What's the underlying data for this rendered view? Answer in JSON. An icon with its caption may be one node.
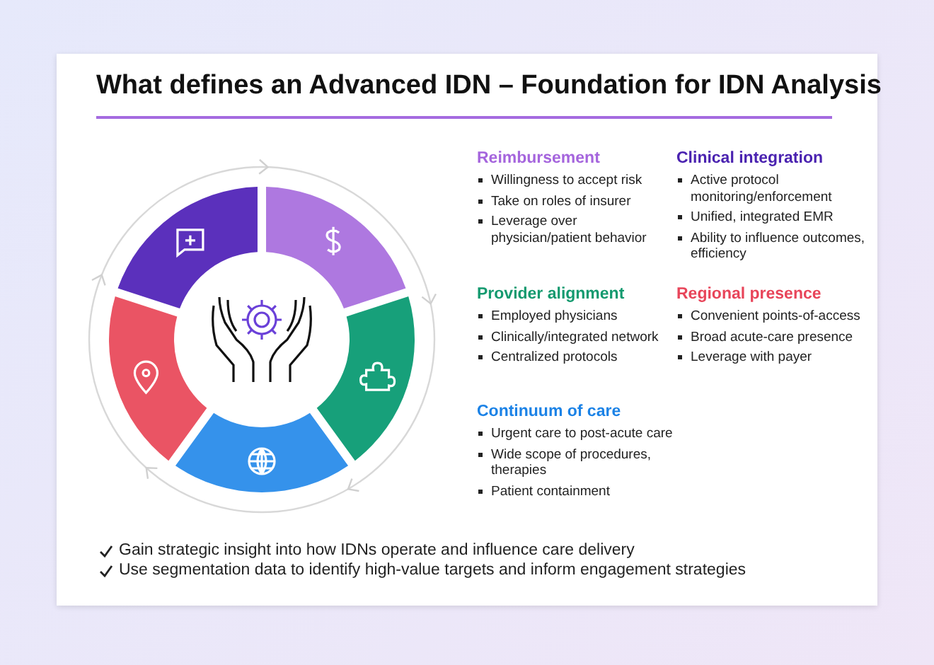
{
  "diagram": {
    "title": "What defines an Advanced IDN – Foundation for IDN Analysis",
    "labels": [
      "Reimbursement",
      "Willingness to accept risk",
      "Take on roles of insurer",
      "Leverage over physician/patient behavior",
      "Clinical integration",
      "Active protocol monitoring/enforcement",
      "Unified, integrated EMR",
      "Ability to influence outcomes, efficiency",
      "Provider alignment",
      "Employed physicians",
      "Clinically/integrated network",
      "Centralized protocols",
      "Regional presence",
      "Convenient points-of-access",
      "Broad acute-care presence",
      "Leverage with payer",
      "Continuum of care",
      "Urgent care to post-acute care",
      "Wide scope of procedures, therapies",
      "Patient containment",
      "Gain strategic insight into how IDNs operate and influence care delivery",
      "Use segmentation data to identify high-value targets and inform engagement strategies"
    ]
  }
}
